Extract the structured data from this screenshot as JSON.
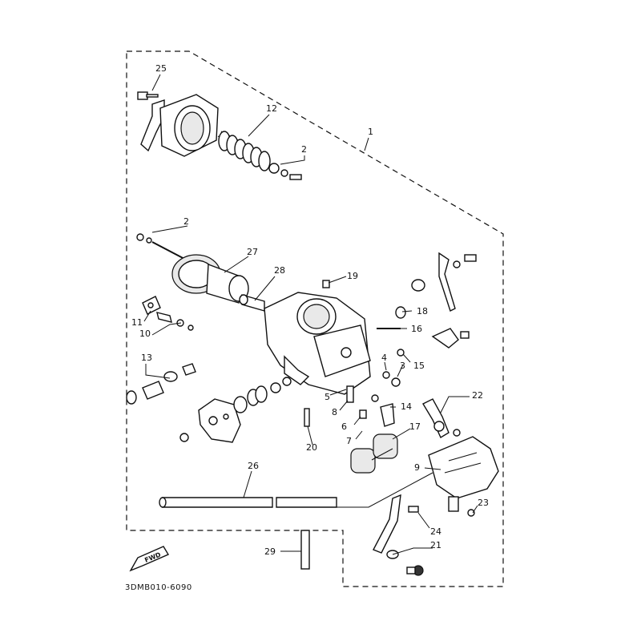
{
  "diagram": {
    "code": "3DMB010-6090",
    "fwd_label": "FWD",
    "callouts": [
      "25",
      "12",
      "1",
      "2",
      "2",
      "27",
      "28",
      "19",
      "11",
      "10",
      "18",
      "16",
      "13",
      "4",
      "3",
      "15",
      "5",
      "8",
      "14",
      "22",
      "6",
      "7",
      "17",
      "20",
      "26",
      "9",
      "23",
      "24",
      "29",
      "21"
    ]
  }
}
